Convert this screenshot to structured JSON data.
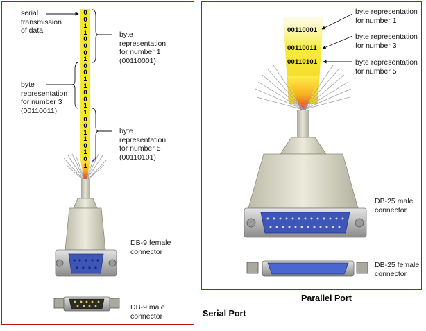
{
  "serial": {
    "title": "Serial Port",
    "transmission_label": "serial\ntransmission\nof data",
    "bits": [
      "0",
      "0",
      "1",
      "1",
      "0",
      "0",
      "0",
      "1",
      "0",
      "0",
      "1",
      "1",
      "0",
      "0",
      "1",
      "1",
      "0",
      "0",
      "1",
      "1",
      "0",
      "1",
      "0",
      "1"
    ],
    "byte1_label": "byte\nrepresentation\nfor number 1\n(00110001)",
    "byte3_label": "byte\nrepresentation\nfor number 3\n(00110011)",
    "byte5_label": "byte\nrepresentation\nfor number 5\n(00110101)",
    "female_label": "DB-9 female\nconnector",
    "male_label": "DB-9 male\nconnector"
  },
  "parallel": {
    "title": "Parallel Port",
    "bytes": [
      "00110001",
      "00110011",
      "00110101"
    ],
    "byte1_label": "byte representation\nfor number 1",
    "byte3_label": "byte representation\nfor number 3",
    "byte5_label": "byte representation\nfor number 5",
    "male_label": "DB-25 male\nconnector",
    "female_label": "DB-25 female\nconnector"
  },
  "colors": {
    "frame": "#c0101a",
    "beam": "#f3e82c",
    "connector": "#d8d6c4",
    "pins_blue": "#3d56b8"
  }
}
